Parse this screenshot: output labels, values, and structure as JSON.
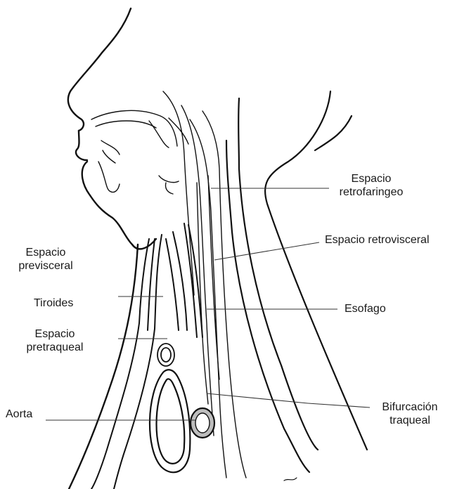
{
  "labels": {
    "retrofaringeo_1": "Espacio",
    "retrofaringeo_2": "retrofaringeo",
    "retrovisceral": "Espacio retrovisceral",
    "previsceral_1": "Espacio",
    "previsceral_2": "previsceral",
    "tiroides": "Tiroides",
    "pretraqueal_1": "Espacio",
    "pretraqueal_2": "pretraqueal",
    "esofago": "Esofago",
    "aorta": "Aorta",
    "bifurcacion_1": "Bifurcación",
    "bifurcacion_2": "traqueal"
  },
  "colors": {
    "ink": "#111111",
    "aorta_fill": "#bdbdbd"
  }
}
